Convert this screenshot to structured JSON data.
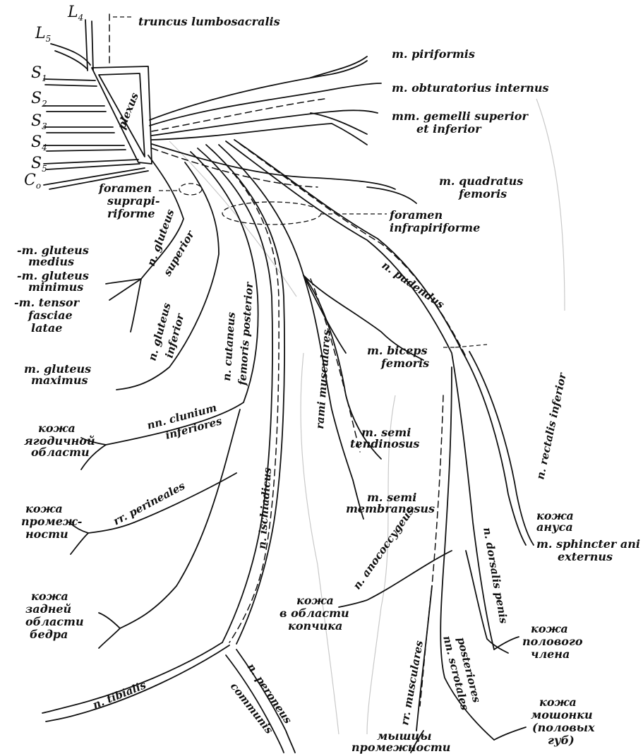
{
  "roots": [
    {
      "letter": "L",
      "sub": "4"
    },
    {
      "letter": "L",
      "sub": "5"
    },
    {
      "letter": "S",
      "sub": "1"
    },
    {
      "letter": "S",
      "sub": "2"
    },
    {
      "letter": "S",
      "sub": "3"
    },
    {
      "letter": "S",
      "sub": "4"
    },
    {
      "letter": "S",
      "sub": "5"
    },
    {
      "letter": "C",
      "sub": "o"
    }
  ],
  "labels": {
    "truncus": "truncus lumbosacralis",
    "plexus": "plexus",
    "piriformis": "m. piriformis",
    "obturatorius": "m. obturatorius internus",
    "gemelli_1": "mm. gemelli superior",
    "gemelli_2": "et inferior",
    "quadratus_1": "m. quadratus",
    "quadratus_2": "femoris",
    "supra_1": "foramen",
    "supra_2": "suprapi-",
    "supra_3": "riforme",
    "infra_1": "foramen",
    "infra_2": "infrapiriforme",
    "glut_medius_1": "-m. gluteus",
    "glut_medius_2": "medius",
    "glut_minimus_1": "-m. gluteus",
    "glut_minimus_2": "minimus",
    "tensor_1": "-m. tensor",
    "tensor_2": "fasciae",
    "tensor_3": "latae",
    "glut_max_1": "m. gluteus",
    "glut_max_2": "maximus",
    "n_glut_sup_1": "n. gluteus",
    "n_glut_sup_2": "superior",
    "n_glut_inf_1": "n. gluteus",
    "n_glut_inf_2": "inferior",
    "cutaneus_1": "n. cutaneus",
    "cutaneus_2": "femoris posterior",
    "rami_musc": "rami musculares",
    "pudendus": "n. pudendus",
    "biceps_1": "m. biceps",
    "biceps_2": "femoris",
    "semitend_1": "m. semi",
    "semitend_2": "tendinosus",
    "semimemb_1": "m. semi",
    "semimemb_2": "membranosus",
    "rectalis": "n. rectalis inferior",
    "clunium_1": "nn. clunium",
    "clunium_2": "inferiores",
    "skin_glut_1": "кожа",
    "skin_glut_2": "ягодичной",
    "skin_glut_3": "области",
    "perineales": "rr. perineales",
    "skin_perin_1": "кожа",
    "skin_perin_2": "промеж-",
    "skin_perin_3": "ности",
    "ischiadicus": "n. ischiadicus",
    "anococcygeus": "n. anococcygeus",
    "skin_anus_1": "кожа",
    "skin_anus_2": "ануса",
    "sphincter_1": "m. sphincter ani",
    "sphincter_2": "externus",
    "dorsalis": "n. dorsalis penis",
    "skin_thigh_1": "кожа",
    "skin_thigh_2": "задней",
    "skin_thigh_3": "области",
    "skin_thigh_4": "бедра",
    "skin_coccyx_1": "кожа",
    "skin_coccyx_2": "в области",
    "skin_coccyx_3": "копчика",
    "skin_penis_1": "кожа",
    "skin_penis_2": "полового",
    "skin_penis_3": "члена",
    "tibialis": "n. tibialis",
    "peroneus": "n. peroneus",
    "communis": "communis",
    "rr_musc": "rr. musculares",
    "scrotales_1": "nn. scrotales",
    "scrotales_2": "posteriores",
    "muscles_perin_1": "мышцы",
    "muscles_perin_2": "промежности",
    "skin_scrot_1": "кожа",
    "skin_scrot_2": "мошонки",
    "skin_scrot_3": "(половых",
    "skin_scrot_4": "губ)"
  }
}
